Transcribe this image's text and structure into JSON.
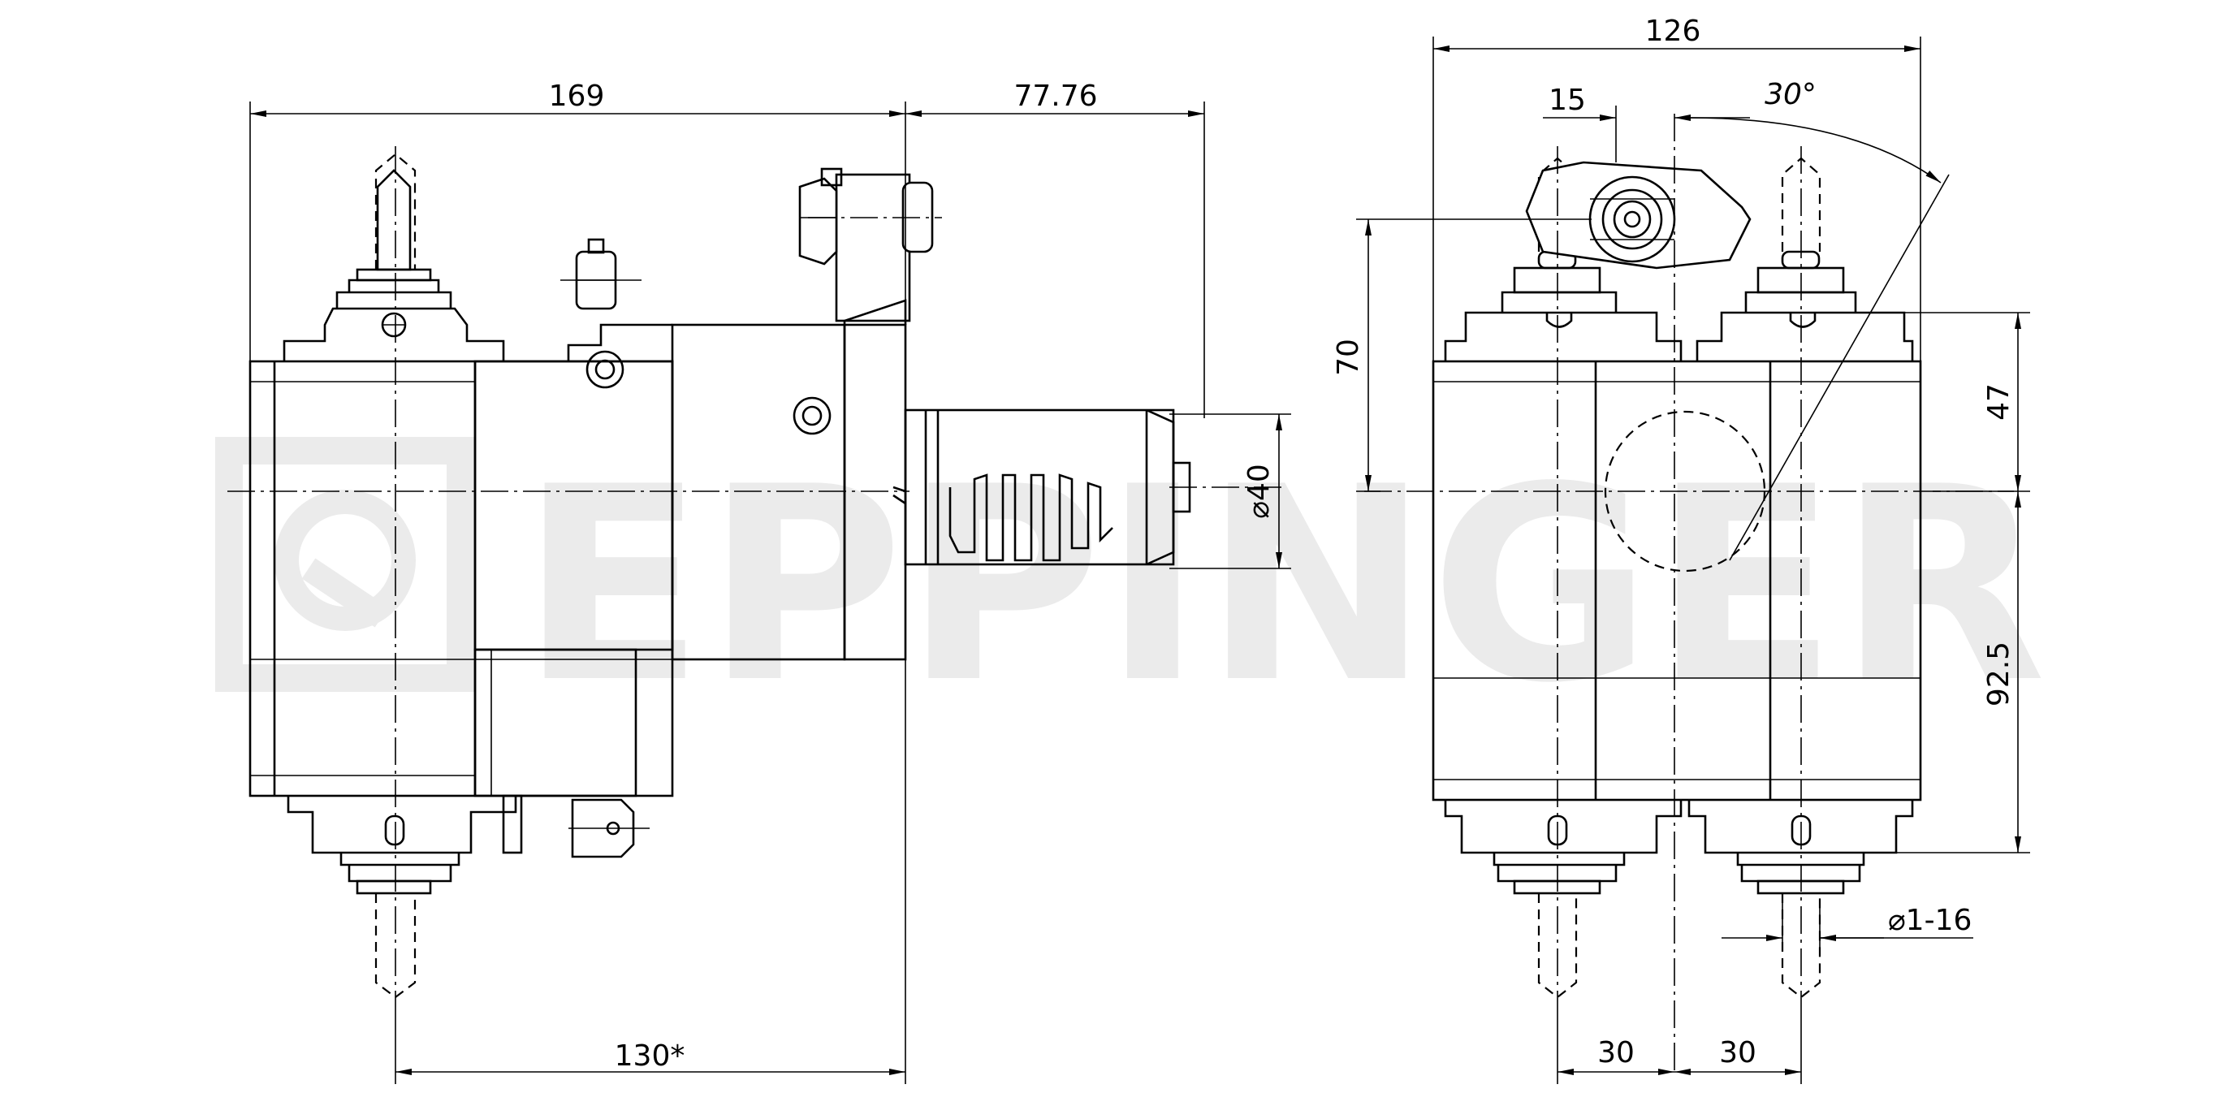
{
  "watermark": {
    "text": "EPPINGER",
    "logo": "eppinger-ring-logo"
  },
  "side_view": {
    "dims": {
      "overall_length": "169",
      "shank_length": "77.76",
      "shank_diameter": "⌀40",
      "spindle_offset": "130*"
    }
  },
  "front_view": {
    "dims": {
      "width": "126",
      "offset_small": "15",
      "coolant_angle": "30°",
      "coolant_height": "70",
      "center_to_top": "47",
      "center_to_bottom": "92.5",
      "collet_range": "⌀1-16",
      "spindle_pitch_left": "30",
      "spindle_pitch_right": "30"
    }
  },
  "colors": {
    "line": "#000000",
    "watermark": "#ebebeb",
    "background": "#ffffff"
  }
}
